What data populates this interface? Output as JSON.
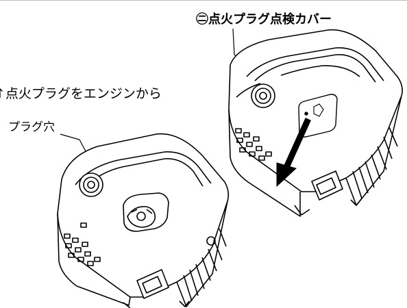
{
  "labels": {
    "cover": "㊁点火プラグ点検カバー",
    "instruction_partial": "↑点火プラグをエンジンから",
    "plug_hole": "プラグ穴"
  },
  "colors": {
    "line": "#000000",
    "rule": "#bdbdbd"
  },
  "icons": [
    "generator-illustration",
    "removal-arrow"
  ]
}
